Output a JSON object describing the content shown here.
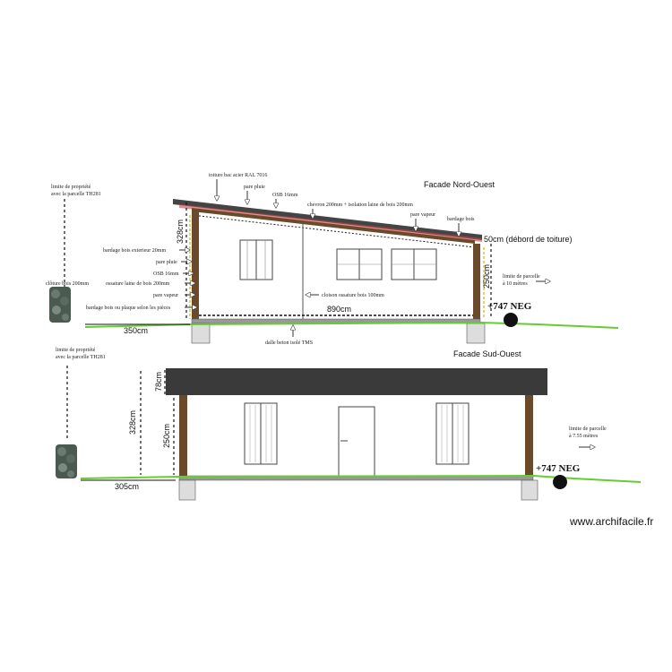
{
  "facade_no": {
    "title": "Facade Nord-Ouest",
    "labels": {
      "toiture": "toiture bac acier RAL 7016",
      "pare_pluie_top": "pare pluie",
      "osb_top": "OSB 16mm",
      "chevron": "chevron 200mm + isolation laine de bois 200mm",
      "pare_vapeur_top": "pare vapeur",
      "bardage_top": "bardage bois",
      "debord": "50cm (débord de toiture)",
      "bardage_exterieur": "bardage bois exterieur 20mm",
      "pare_pluie_left": "pare pluie",
      "osb_left": "OSB 16mm",
      "ossature_isolation": "ossature laine de bois 200mm",
      "pare_vapeur_left": "pare vapeur",
      "bardage_int": "bardage bois ou plaque selon les pièces",
      "cloison": "cloison ossature bois 100mm",
      "dalle": "dalle beton isolé TMS",
      "limite_left": [
        "limite de propriété",
        "avec la parcelle TH281"
      ],
      "limite_right": [
        "limite de parcelle",
        "à 10 mètres"
      ],
      "cloture": "clôture bois 200mm"
    },
    "dims": {
      "height_total": "328cm",
      "height_wall": "250cm",
      "width": "890cm",
      "distance_left": "350cm"
    },
    "level": "+747 NEG"
  },
  "facade_so": {
    "title": "Facade Sud-Ouest",
    "labels": {
      "limite_left": [
        "limite de propriété",
        "avec la parcelle TH281"
      ],
      "limite_right": [
        "limite de parcelle",
        "à 7.55 mètres"
      ]
    },
    "dims": {
      "roof": "78cm",
      "height_total": "328cm",
      "height_wall": "250cm",
      "distance_left": "305cm"
    },
    "level": "+747 NEG"
  },
  "watermark": "www.archifacile.fr",
  "colors": {
    "roof": "#3a3a3a",
    "wood": "#6b4a2b",
    "ground": "#66cc33",
    "dashes": "#111111",
    "stone": "#4a5a50"
  }
}
